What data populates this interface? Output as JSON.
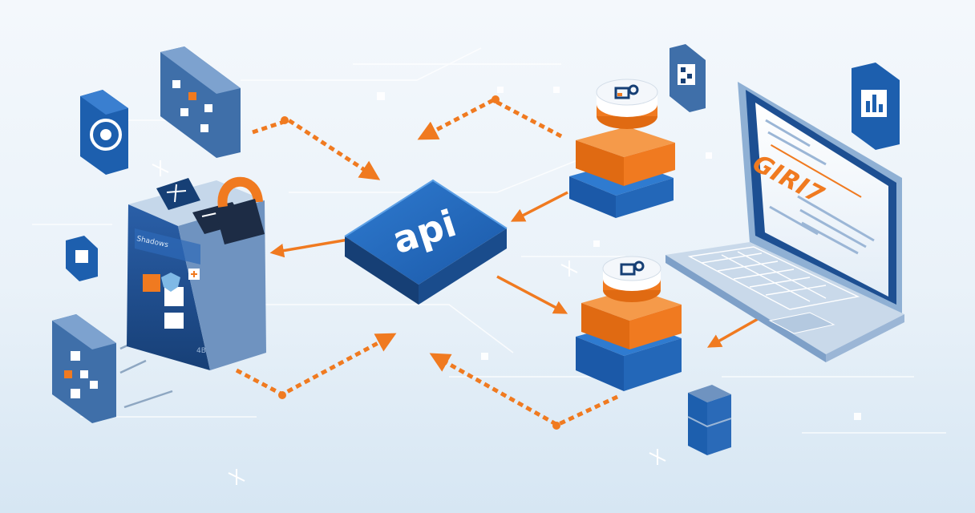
{
  "hub": {
    "label": "api"
  },
  "laptop": {
    "screen_heading": "GIRI7"
  },
  "server": {
    "header_text": "Shadows",
    "corner_text": "4B"
  },
  "colors": {
    "accent_orange": "#f07a20",
    "primary_blue": "#1d5fae",
    "deep_navy": "#163f75",
    "light_steel": "#c9d9ea"
  },
  "icons": [
    "gauge-icon",
    "flowchart-icon",
    "settings-icon",
    "chart-icon",
    "qr-code-icon",
    "document-icon",
    "org-chart-icon",
    "padlock-icon",
    "database-icon",
    "cloud-key-icon"
  ]
}
